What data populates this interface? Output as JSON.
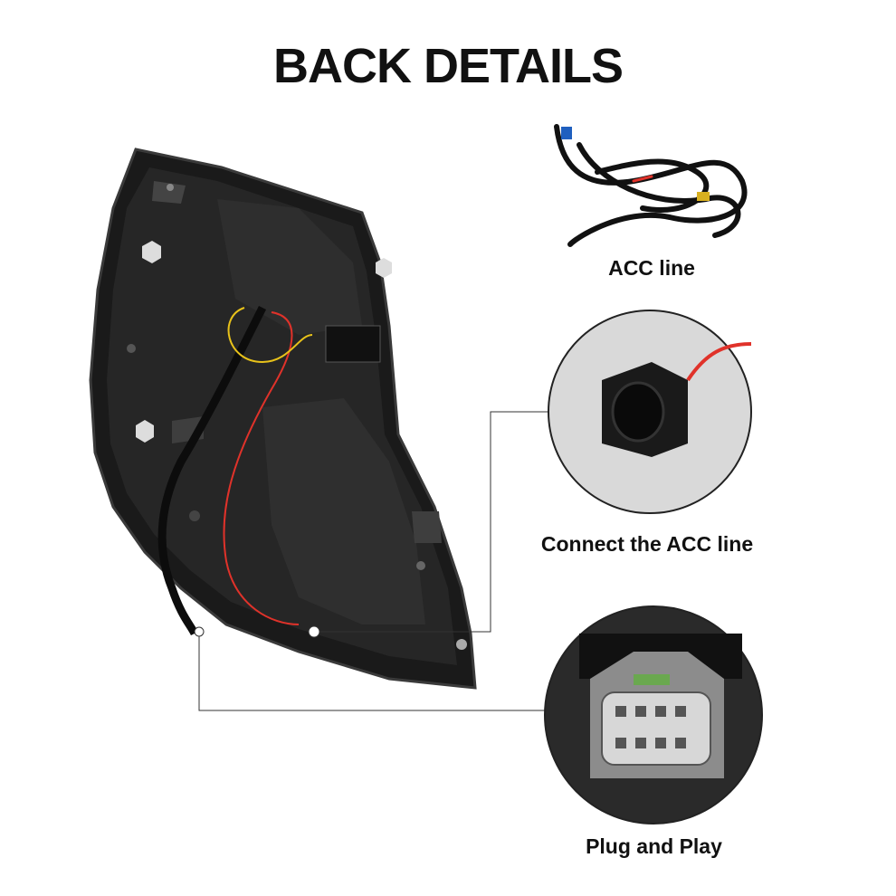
{
  "title": "BACK DETAILS",
  "callouts": [
    {
      "label": "ACC line"
    },
    {
      "label": "Connect the ACC line"
    },
    {
      "label": "Plug and Play"
    }
  ],
  "colors": {
    "background": "#ffffff",
    "text": "#111111",
    "housing": "#1c1c1c",
    "wire_red": "#e0322a",
    "wire_yellow": "#e8c21a"
  }
}
